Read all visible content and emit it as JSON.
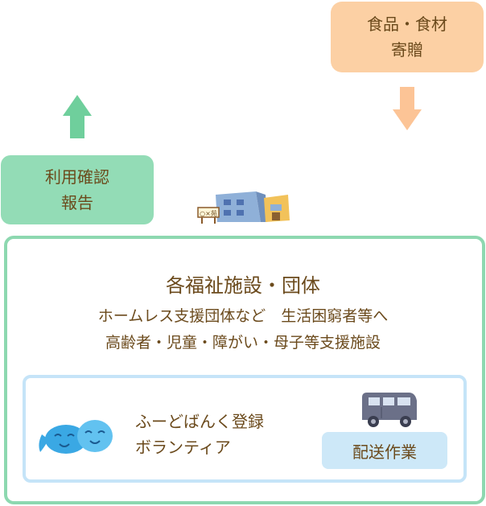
{
  "donation_box": {
    "line1": "食品・食材",
    "line2": "寄贈"
  },
  "report_box": {
    "line1": "利用確認",
    "line2": "報告"
  },
  "facility_sign": "○×苑",
  "main": {
    "title": "各福祉施設・団体",
    "line1": "ホームレス支援団体など　生活困窮者等へ",
    "line2": "高齢者・児童・障がい・母子等支援施設"
  },
  "volunteer": {
    "line1": "ふーどばんく登録",
    "line2": "ボランティア"
  },
  "delivery": "配送作業",
  "colors": {
    "orange": "#fcd0a4",
    "green": "#93dcb6",
    "frame": "#8dd8b0",
    "inner_frame": "#c5e4f8",
    "text": "#6b4a1c"
  }
}
